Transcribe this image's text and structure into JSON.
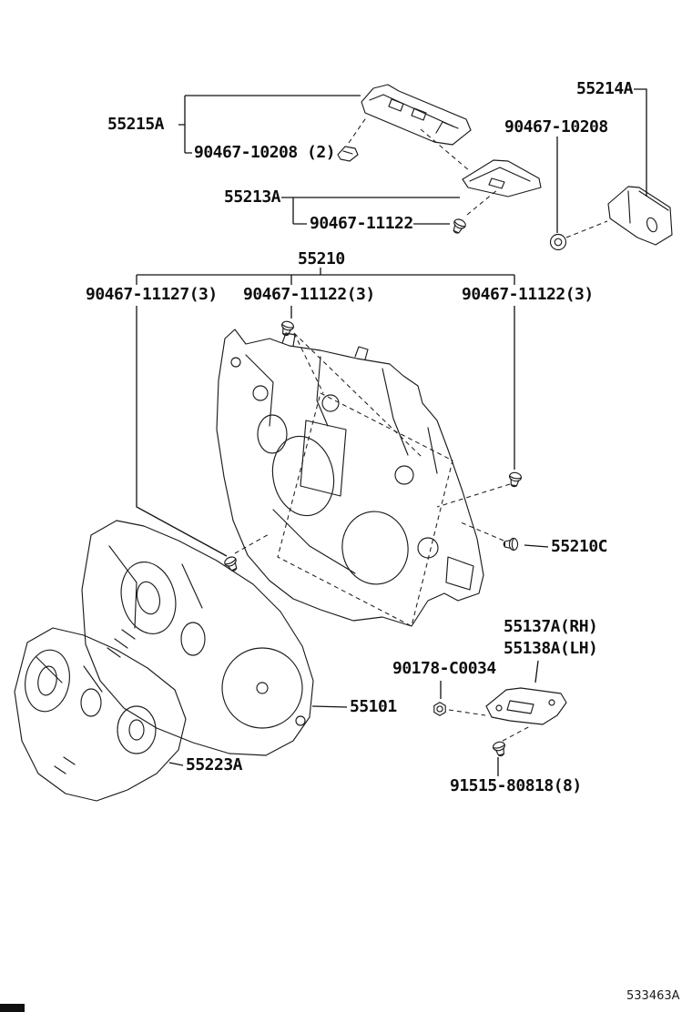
{
  "colors": {
    "ink": "#1c1c1c",
    "background": "#ffffff"
  },
  "diagram": {
    "doc_number": "533463A",
    "callouts": [
      {
        "part": "55215A",
        "label": "55215A"
      },
      {
        "part": "90467-10208",
        "qty": 2,
        "label": "90467-10208 (2)"
      },
      {
        "part": "55213A",
        "label": "55213A"
      },
      {
        "part": "90467-11122",
        "label": "90467-11122"
      },
      {
        "part": "55214A",
        "label": "55214A"
      },
      {
        "part": "90467-10208",
        "label": "90467-10208"
      },
      {
        "part": "55210",
        "label": "55210"
      },
      {
        "part": "90467-11127",
        "qty": 3,
        "label": "90467-11127(3)"
      },
      {
        "part": "90467-11122",
        "qty": 3,
        "label": "90467-11122(3)"
      },
      {
        "part": "90467-11122",
        "qty": 3,
        "label": "90467-11122(3)"
      },
      {
        "part": "55210C",
        "label": "55210C"
      },
      {
        "part": "55137A",
        "label": "55137A(RH)"
      },
      {
        "part": "55138A",
        "label": "55138A(LH)"
      },
      {
        "part": "90178-C0034",
        "label": "90178-C0034"
      },
      {
        "part": "55101",
        "label": "55101"
      },
      {
        "part": "55223A",
        "label": "55223A"
      },
      {
        "part": "91515-80818",
        "qty": 8,
        "label": "91515-80818(8)"
      }
    ]
  }
}
